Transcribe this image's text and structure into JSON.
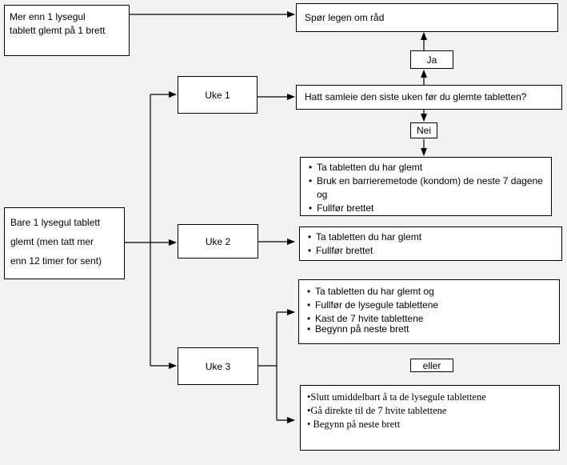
{
  "boxes": {
    "forgot_more": [
      "Mer enn 1 lysegul",
      "tablett glemt på 1 brett"
    ],
    "ask_doctor": "Spør legen om råd",
    "ja": "Ja",
    "uke1": "Uke 1",
    "intercourse_question": "Hatt samleie den siste uken før du glemte tabletten?",
    "nei": "Nei",
    "uke1_actions": [
      "Ta tabletten du har glemt",
      "Bruk en barrieremetode (kondom) de neste 7 dagene og",
      "Fullfør brettet"
    ],
    "forgot_one": [
      "Bare 1 lysegul tablett",
      "glemt (men tatt mer",
      "enn 12 timer for sent)"
    ],
    "uke2": "Uke 2",
    "uke2_actions": [
      "Ta tabletten du har glemt",
      "Fullfør brettet"
    ],
    "uke3_option1": [
      "Ta tabletten du har glemt og",
      "Fullfør de lysegule tablettene",
      "Kast de 7 hvite tablettene",
      "Begynn på neste brett"
    ],
    "uke3": "Uke 3",
    "eller": "eller",
    "uke3_option2": [
      "Slutt umiddelbart å ta de lysegule tablettene",
      "Gå direkte til de 7 hvite tablettene",
      "Begynn på neste brett"
    ]
  }
}
